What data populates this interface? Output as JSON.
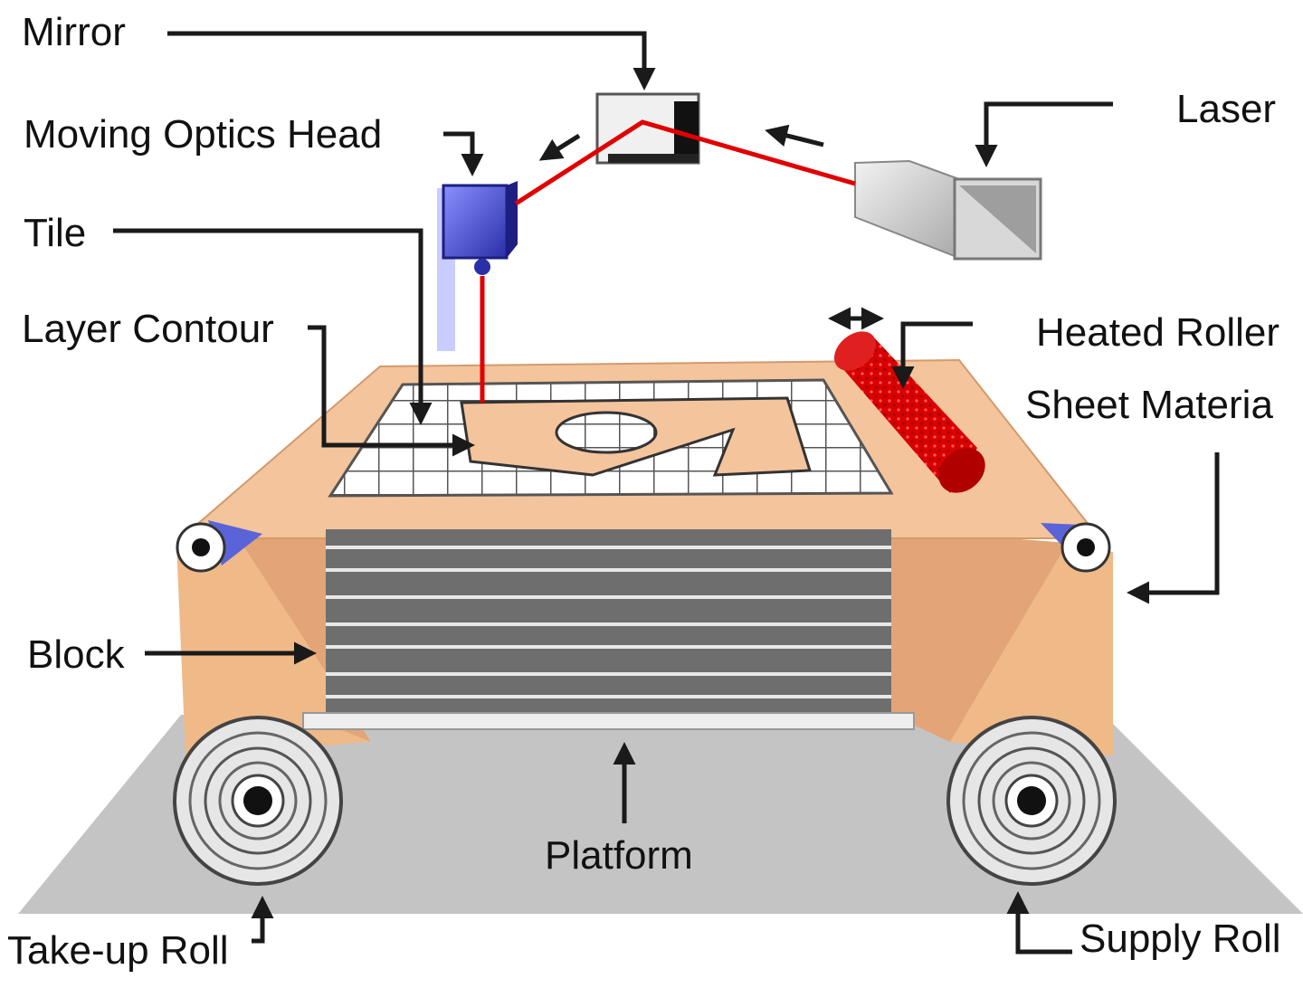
{
  "labels": {
    "mirror": "Mirror",
    "moving_optics_head": "Moving Optics Head",
    "tile": "Tile",
    "layer_contour": "Layer Contour",
    "laser": "Laser",
    "heated_roller": "Heated Roller",
    "sheet_material": "Sheet Materia",
    "block": "Block",
    "platform": "Platform",
    "take_up_roll": "Take-up Roll",
    "supply_roll": "Supply Roll"
  },
  "colors": {
    "laser_beam": "#e00000",
    "sheet": "#f4c49c",
    "sheet_dark": "#e3a577",
    "optics_head": "#3b46c8",
    "heated_roller": "#d80000",
    "platform": "#c4c4c4",
    "block_stack": "#6e6e6e",
    "leader_line": "#1a1a1a"
  }
}
